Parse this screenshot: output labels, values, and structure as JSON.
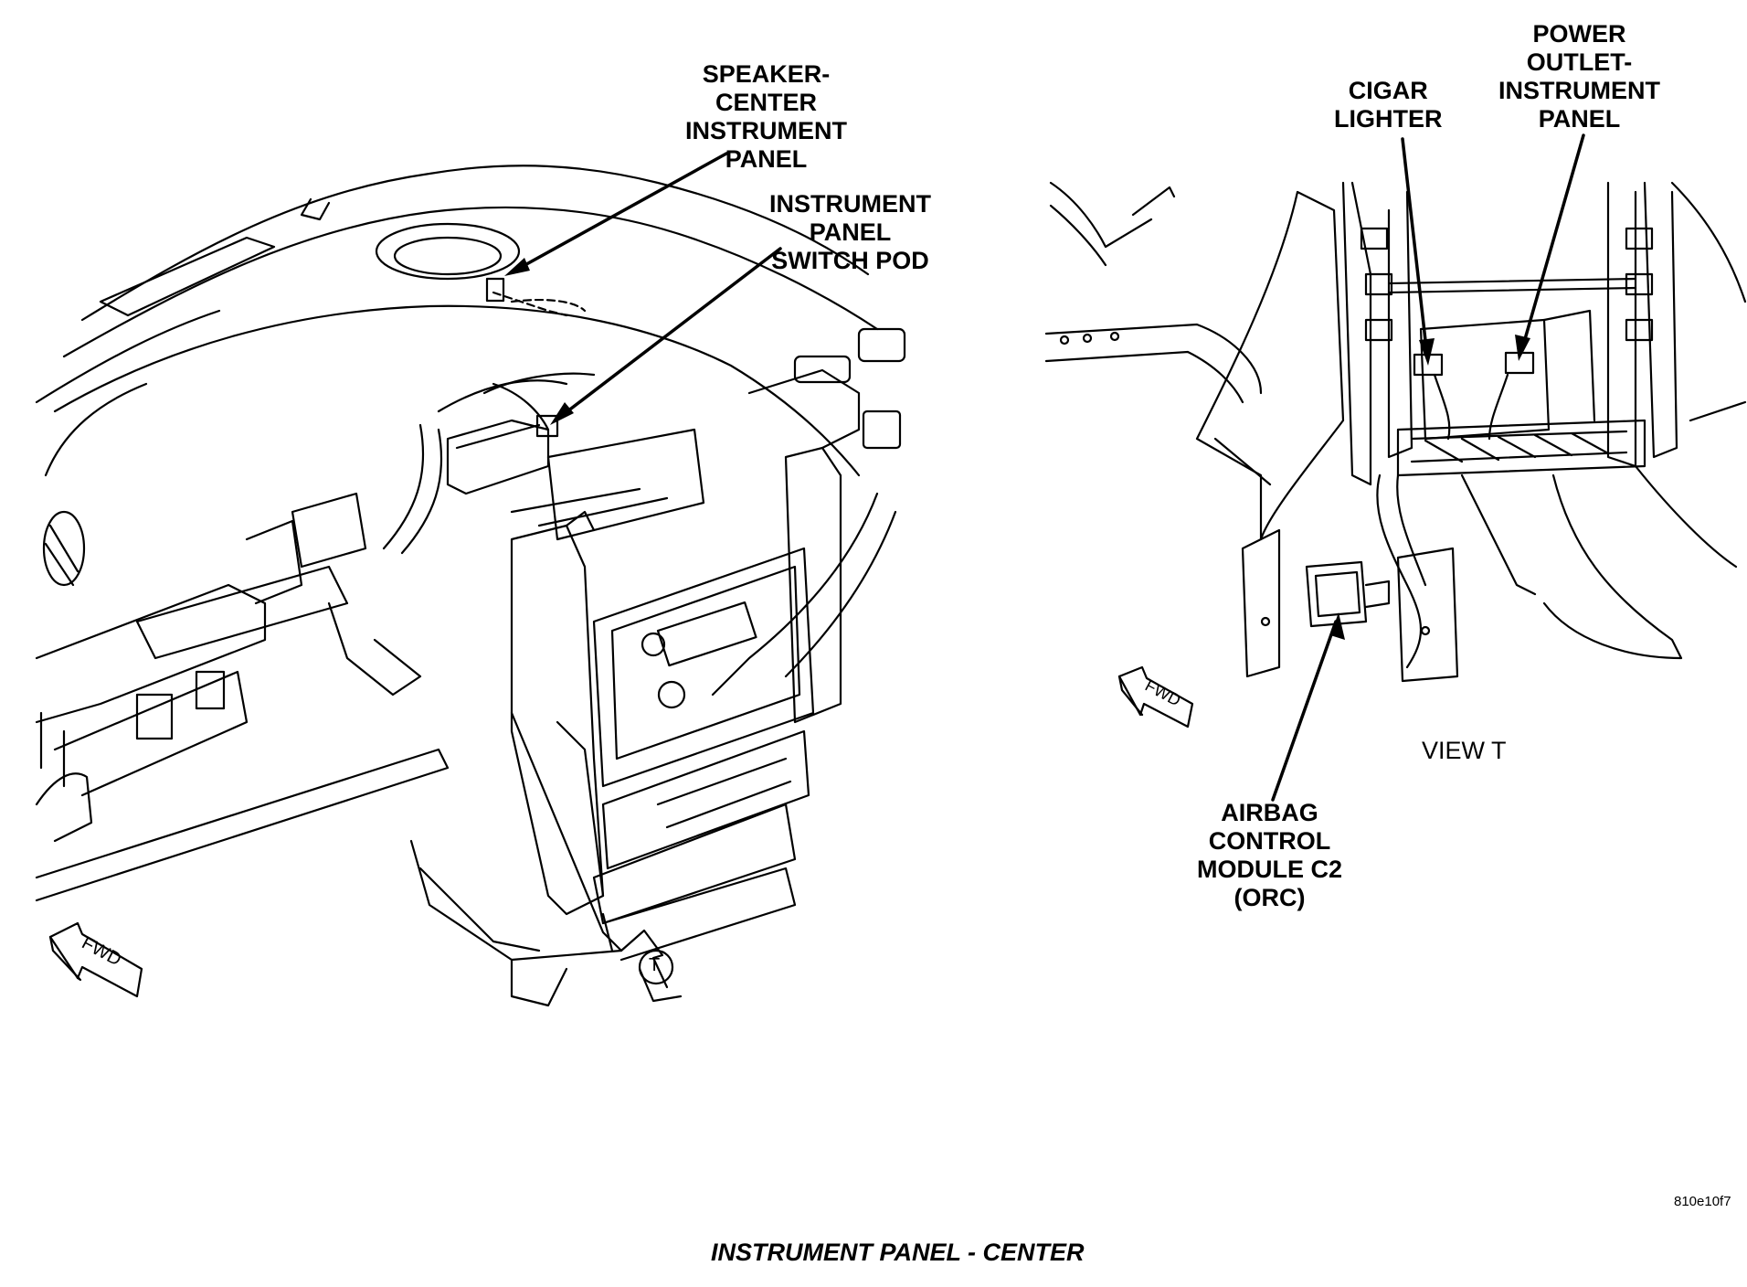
{
  "labels": {
    "speaker_center": "SPEAKER-\nCENTER\nINSTRUMENT\nPANEL",
    "switch_pod": "INSTRUMENT\nPANEL\nSWITCH POD",
    "cigar_lighter": "CIGAR\nLIGHTER",
    "power_outlet": "POWER\nOUTLET-\nINSTRUMENT\nPANEL",
    "airbag_module": "AIRBAG\nCONTROL\nMODULE C2\n(ORC)"
  },
  "view_label": "VIEW T",
  "fwd_label": "FWD",
  "view_marker": "T",
  "figure_id": "810e10f7",
  "caption": "INSTRUMENT PANEL - CENTER"
}
